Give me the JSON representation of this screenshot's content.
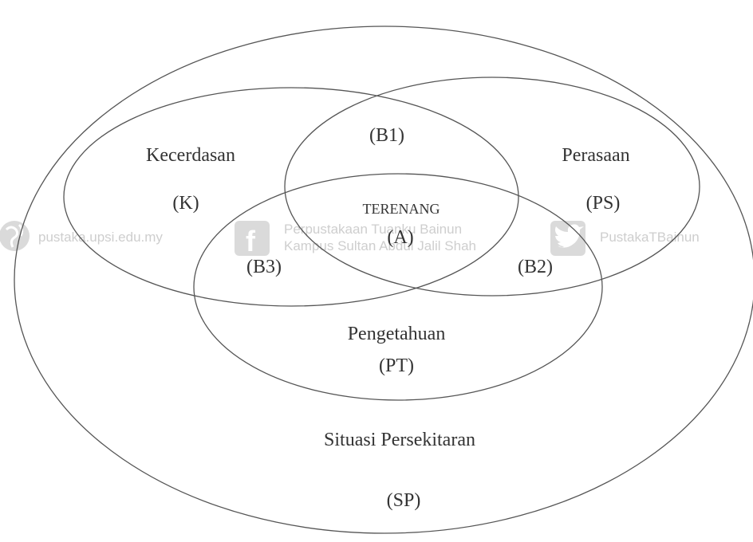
{
  "diagram": {
    "regions": {
      "situasi_persekitaran": {
        "name": "Situasi Persekitaran",
        "code": "(SP)"
      },
      "kecerdasan": {
        "name": "Kecerdasan",
        "code": "(K)"
      },
      "perasaan": {
        "name": "Perasaan",
        "code": "(PS)"
      },
      "pengetahuan": {
        "name": "Pengetahuan",
        "code": "(PT)"
      }
    },
    "overlaps": {
      "b1": "(B1)",
      "b2": "(B2)",
      "b3": "(B3)",
      "center_name": "TERENANG",
      "center_code": "(A)"
    }
  },
  "watermark": {
    "site": "pustaka.upsi.edu.my",
    "facebook_line1": "Perpustakaan Tuanku Bainun",
    "facebook_line2": "Kampus Sultan Abdul Jalil Shah",
    "twitter": "PustakaTBainun",
    "icons": [
      "globe-icon",
      "facebook-icon",
      "twitter-icon"
    ]
  }
}
